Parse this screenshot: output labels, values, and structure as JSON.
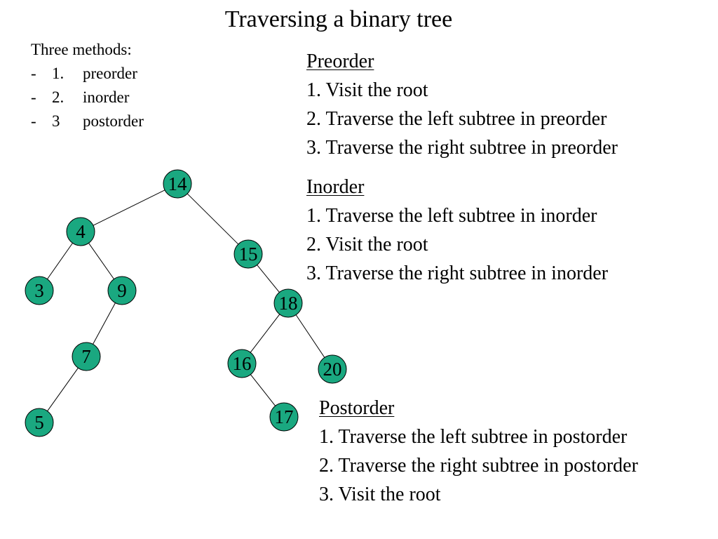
{
  "title": "Traversing a binary tree",
  "methods": {
    "heading": "Three methods:",
    "items": [
      {
        "dash": "-",
        "number": "1.",
        "label": "preorder"
      },
      {
        "dash": "-",
        "number": "2.",
        "label": "inorder"
      },
      {
        "dash": "-",
        "number": "3",
        "label": "postorder"
      }
    ]
  },
  "preorder": {
    "heading": "Preorder",
    "steps": [
      "1. Visit the root",
      "2. Traverse the left subtree in preorder",
      "3. Traverse the right subtree in preorder"
    ]
  },
  "inorder": {
    "heading": "Inorder",
    "steps": [
      "1. Traverse the left subtree in inorder",
      "2. Visit the root",
      "3. Traverse the right subtree in inorder"
    ]
  },
  "postorder": {
    "heading": "Postorder",
    "steps": [
      "1. Traverse the left subtree in postorder",
      "2. Traverse the right subtree in postorder",
      "3. Visit the root"
    ]
  },
  "tree": {
    "node_color": "#1aa880",
    "nodes": [
      "14",
      "4",
      "15",
      "3",
      "9",
      "18",
      "7",
      "16",
      "20",
      "5",
      "17"
    ],
    "edges": [
      [
        "14",
        "4"
      ],
      [
        "14",
        "15"
      ],
      [
        "4",
        "3"
      ],
      [
        "4",
        "9"
      ],
      [
        "15",
        "18"
      ],
      [
        "9",
        "7"
      ],
      [
        "18",
        "16"
      ],
      [
        "18",
        "20"
      ],
      [
        "7",
        "5"
      ],
      [
        "16",
        "17"
      ]
    ]
  }
}
